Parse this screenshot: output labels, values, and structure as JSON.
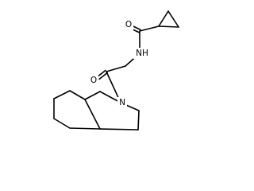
{
  "diagram": {
    "atoms": [
      {
        "id": "o_top",
        "label": "O"
      },
      {
        "id": "nh",
        "label": "NH"
      },
      {
        "id": "o_mid",
        "label": "O"
      },
      {
        "id": "n_ring",
        "label": "N"
      }
    ]
  }
}
